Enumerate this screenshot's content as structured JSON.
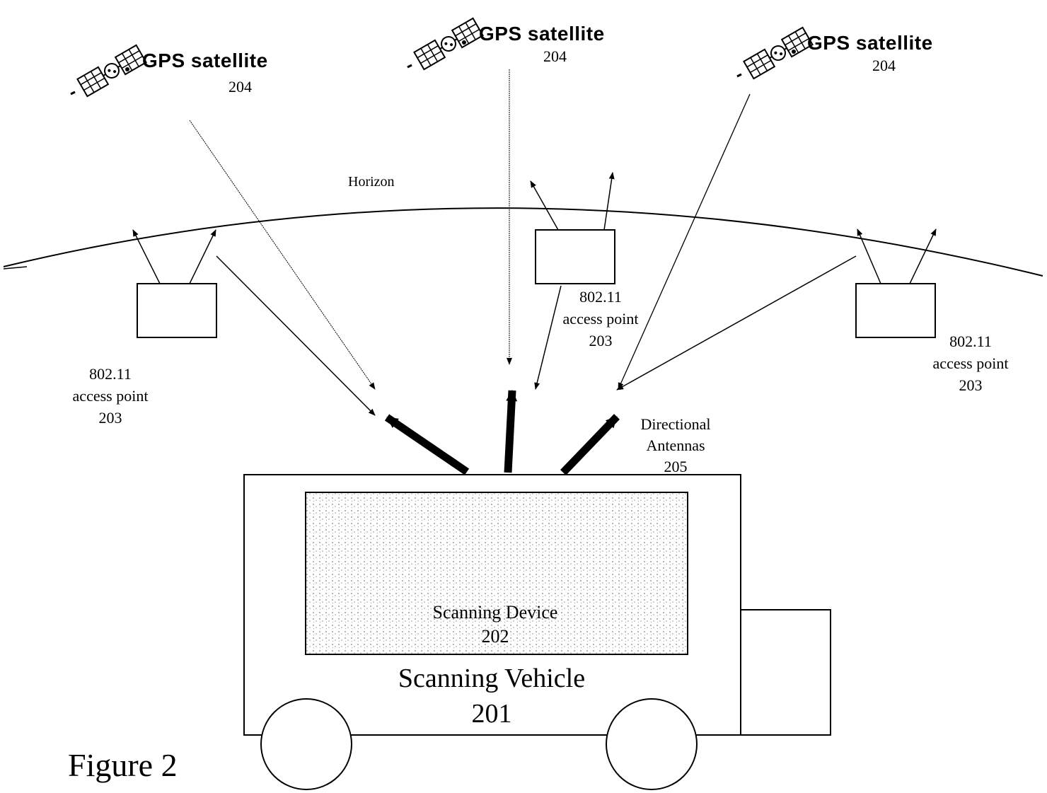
{
  "figure": {
    "caption": "Figure 2"
  },
  "horizon": {
    "label": "Horizon"
  },
  "satellites": [
    {
      "label": "GPS satellite",
      "number": "204"
    },
    {
      "label": "GPS satellite",
      "number": "204"
    },
    {
      "label": "GPS satellite",
      "number": "204"
    }
  ],
  "access_points": [
    {
      "line1": "802.11",
      "line2": "access point",
      "number": "203"
    },
    {
      "line1": "802.11",
      "line2": "access point",
      "number": "203"
    },
    {
      "line1": "802.11",
      "line2": "access point",
      "number": "203"
    }
  ],
  "antennas": {
    "line1": "Directional",
    "line2": "Antennas",
    "number": "205"
  },
  "scanning_device": {
    "label": "Scanning Device",
    "number": "202"
  },
  "vehicle": {
    "label": "Scanning Vehicle",
    "number": "201"
  },
  "colors": {
    "ink": "#000000",
    "background": "#ffffff",
    "device_texture": "#9a9a9a"
  },
  "icons": {
    "satellite": "satellite-icon",
    "access_point": "access-point-box"
  }
}
